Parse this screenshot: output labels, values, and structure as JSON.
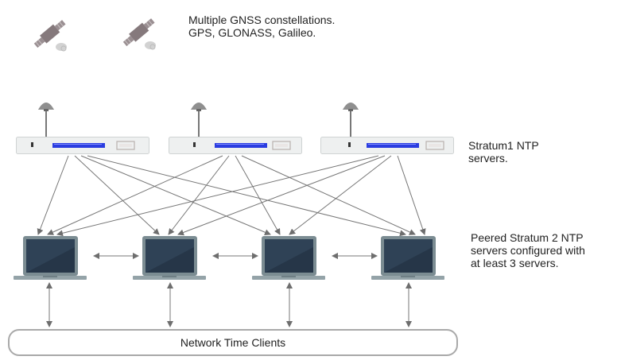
{
  "satellites": {
    "count": 2,
    "icon": "satellite-icon",
    "description": "Multiple GNSS constellations.",
    "systems": "GPS, GLONASS, Galileo."
  },
  "stratum1": {
    "label_line1": "Stratum1 NTP",
    "label_line2": "servers.",
    "servers": [
      {
        "name": "stratum1-server-1",
        "icon": "rack-server-icon",
        "antenna": "gnss-antenna-icon"
      },
      {
        "name": "stratum1-server-2",
        "icon": "rack-server-icon",
        "antenna": "gnss-antenna-icon"
      },
      {
        "name": "stratum1-server-3",
        "icon": "rack-server-icon",
        "antenna": "gnss-antenna-icon"
      }
    ]
  },
  "stratum2": {
    "label_line1": "Peered Stratum 2 NTP",
    "label_line2": "servers configured with",
    "label_line3": "at least 3 servers.",
    "servers": [
      {
        "name": "stratum2-server-1",
        "icon": "laptop-icon"
      },
      {
        "name": "stratum2-server-2",
        "icon": "laptop-icon"
      },
      {
        "name": "stratum2-server-3",
        "icon": "laptop-icon"
      },
      {
        "name": "stratum2-server-4",
        "icon": "laptop-icon"
      }
    ]
  },
  "clients": {
    "label": "Network Time Clients"
  },
  "connections": {
    "stratum1_to_stratum2": [
      [
        0,
        0
      ],
      [
        0,
        1
      ],
      [
        0,
        2
      ],
      [
        0,
        3
      ],
      [
        1,
        0
      ],
      [
        1,
        1
      ],
      [
        1,
        2
      ],
      [
        1,
        3
      ],
      [
        2,
        0
      ],
      [
        2,
        1
      ],
      [
        2,
        2
      ],
      [
        2,
        3
      ]
    ],
    "peer_links": [
      [
        0,
        1
      ],
      [
        1,
        2
      ],
      [
        2,
        3
      ]
    ],
    "client_links": [
      0,
      1,
      2,
      3
    ]
  },
  "colors": {
    "laptop_body": "#7b8c92",
    "laptop_screen": "#2f4256",
    "laptop_screen_shade": "#263648",
    "server_body": "#eef0f0",
    "server_display": "#2b3de0",
    "antenna": "#8a8a8a",
    "satellite_body": "#8a7f82",
    "arrow": "#777777",
    "box_border": "#a9a9a9"
  }
}
